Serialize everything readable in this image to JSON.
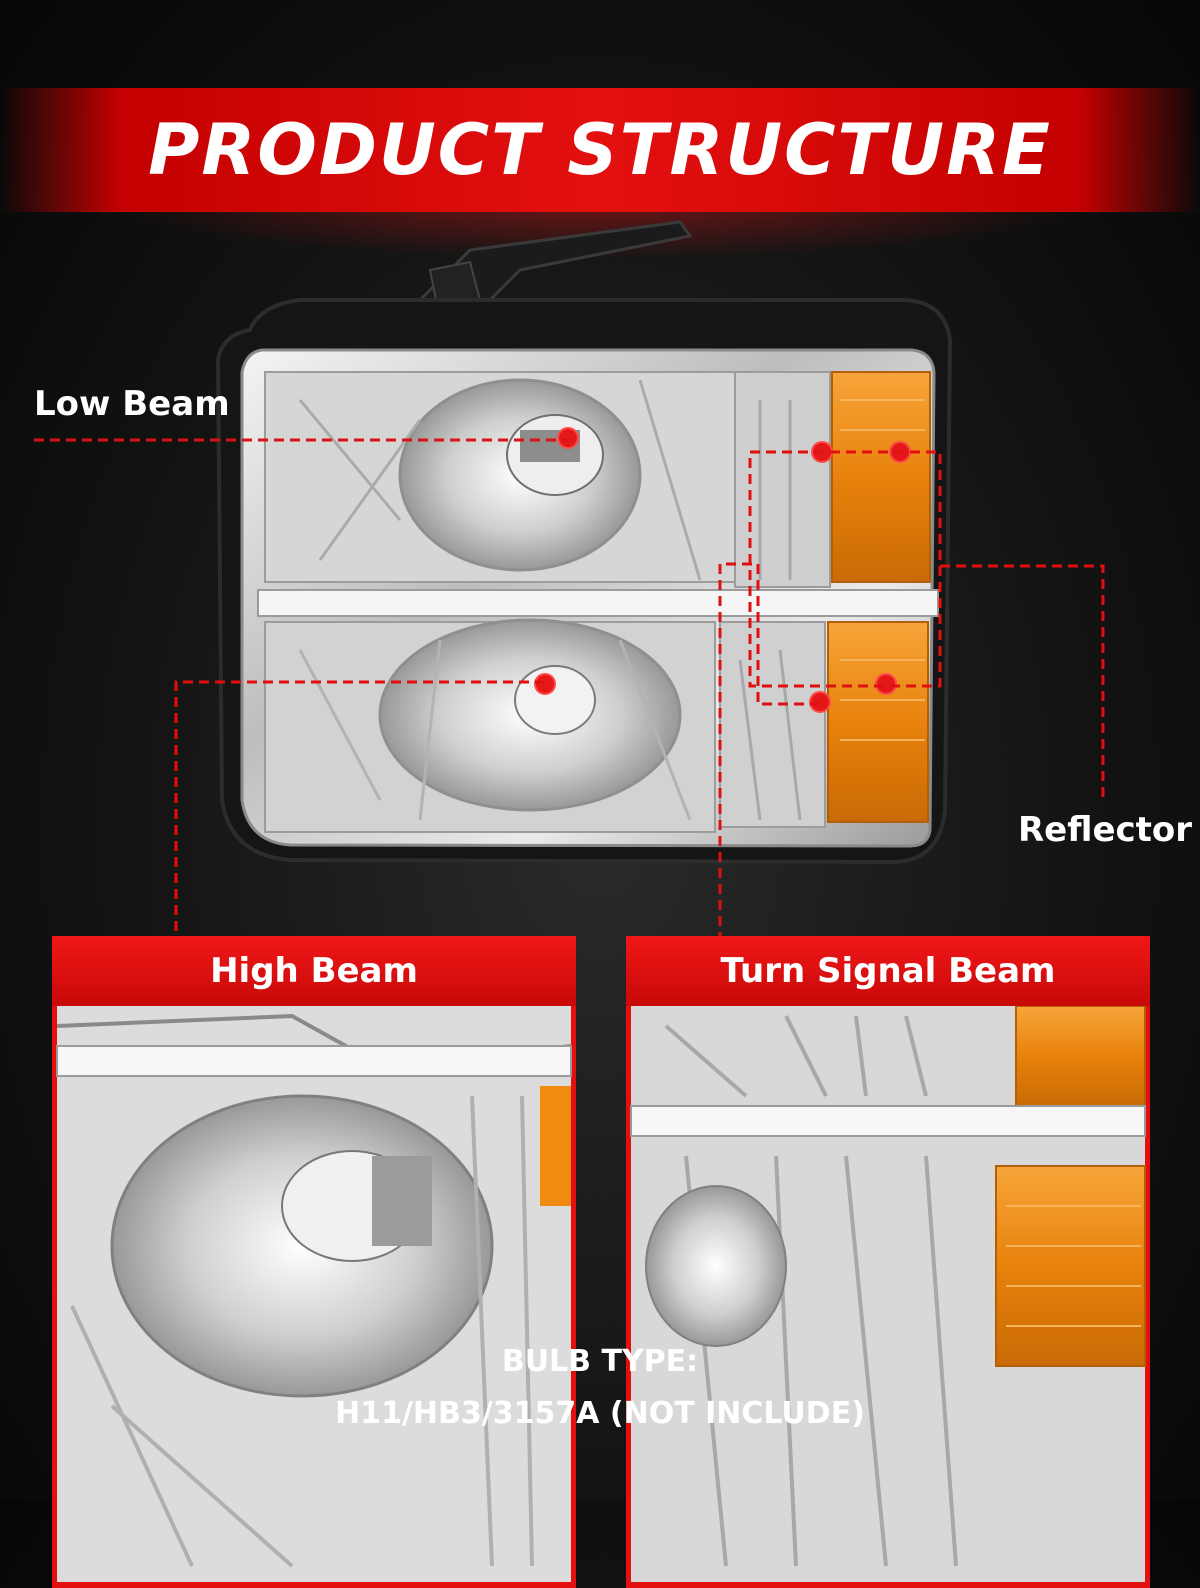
{
  "banner": {
    "title": "PRODUCT STRUCTURE"
  },
  "callouts": {
    "low_beam": "Low Beam",
    "reflector": "Reflector",
    "high_beam": "High Beam",
    "turn_signal": "Turn Signal Beam"
  },
  "bulb": {
    "line1": "BULB TYPE:",
    "line2": "H11/HB3/3157A (NOT INCLUDE)"
  },
  "colors": {
    "accent_red": "#e41010",
    "amber": "#f08a10",
    "chrome": "#d8d8d8"
  }
}
